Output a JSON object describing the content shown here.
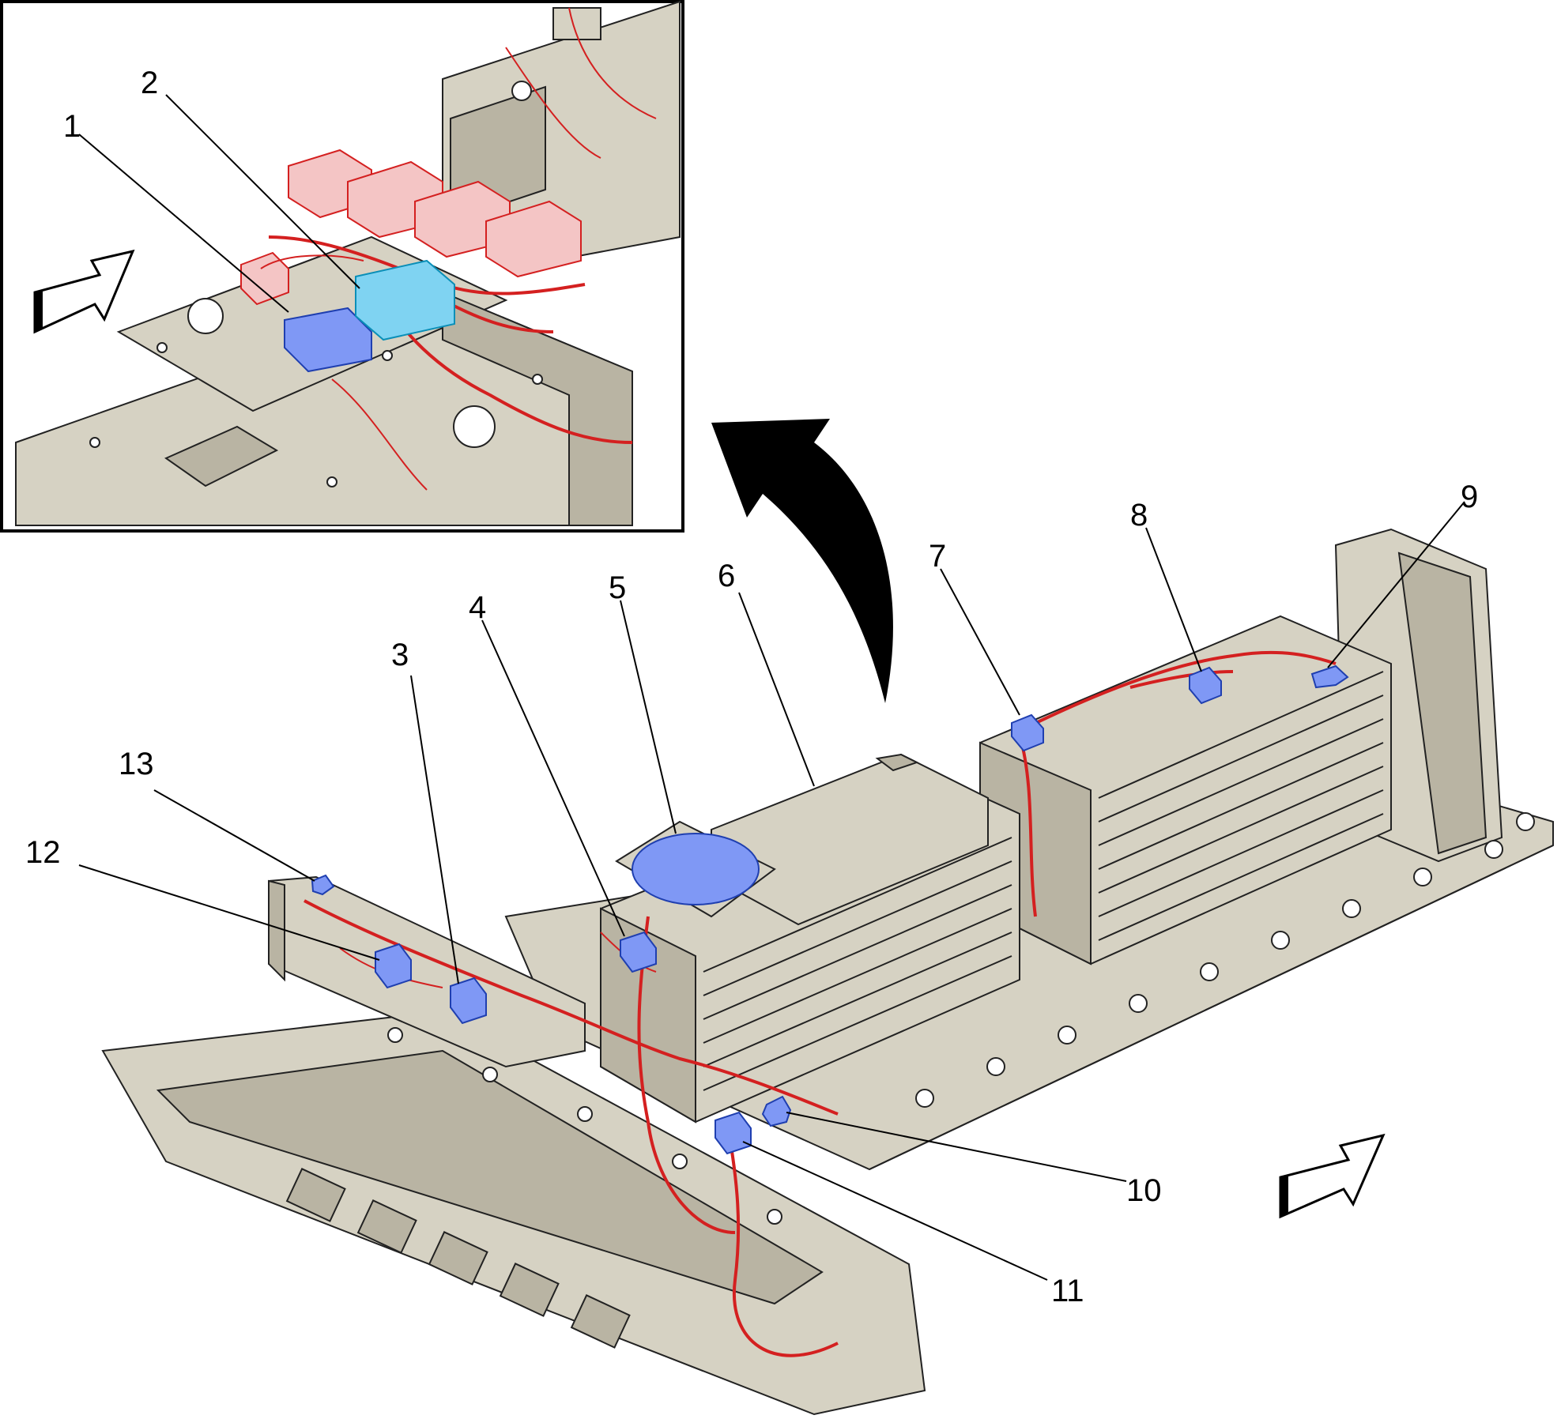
{
  "colors": {
    "body": "#d6d2c3",
    "body_dark": "#b9b4a3",
    "harness": "#d42020",
    "connector_blue": "#7f98f5",
    "connector_cyan": "#7fd3f2"
  },
  "callouts": [
    {
      "id": 1,
      "label": "1"
    },
    {
      "id": 2,
      "label": "2"
    },
    {
      "id": 3,
      "label": "3"
    },
    {
      "id": 4,
      "label": "4"
    },
    {
      "id": 5,
      "label": "5"
    },
    {
      "id": 6,
      "label": "6"
    },
    {
      "id": 7,
      "label": "7"
    },
    {
      "id": 8,
      "label": "8"
    },
    {
      "id": 9,
      "label": "9"
    },
    {
      "id": 10,
      "label": "10"
    },
    {
      "id": 11,
      "label": "11"
    },
    {
      "id": 12,
      "label": "12"
    },
    {
      "id": 13,
      "label": "13"
    }
  ],
  "icons": [
    "direction-arrow-icon",
    "zoom-arrow-icon"
  ]
}
